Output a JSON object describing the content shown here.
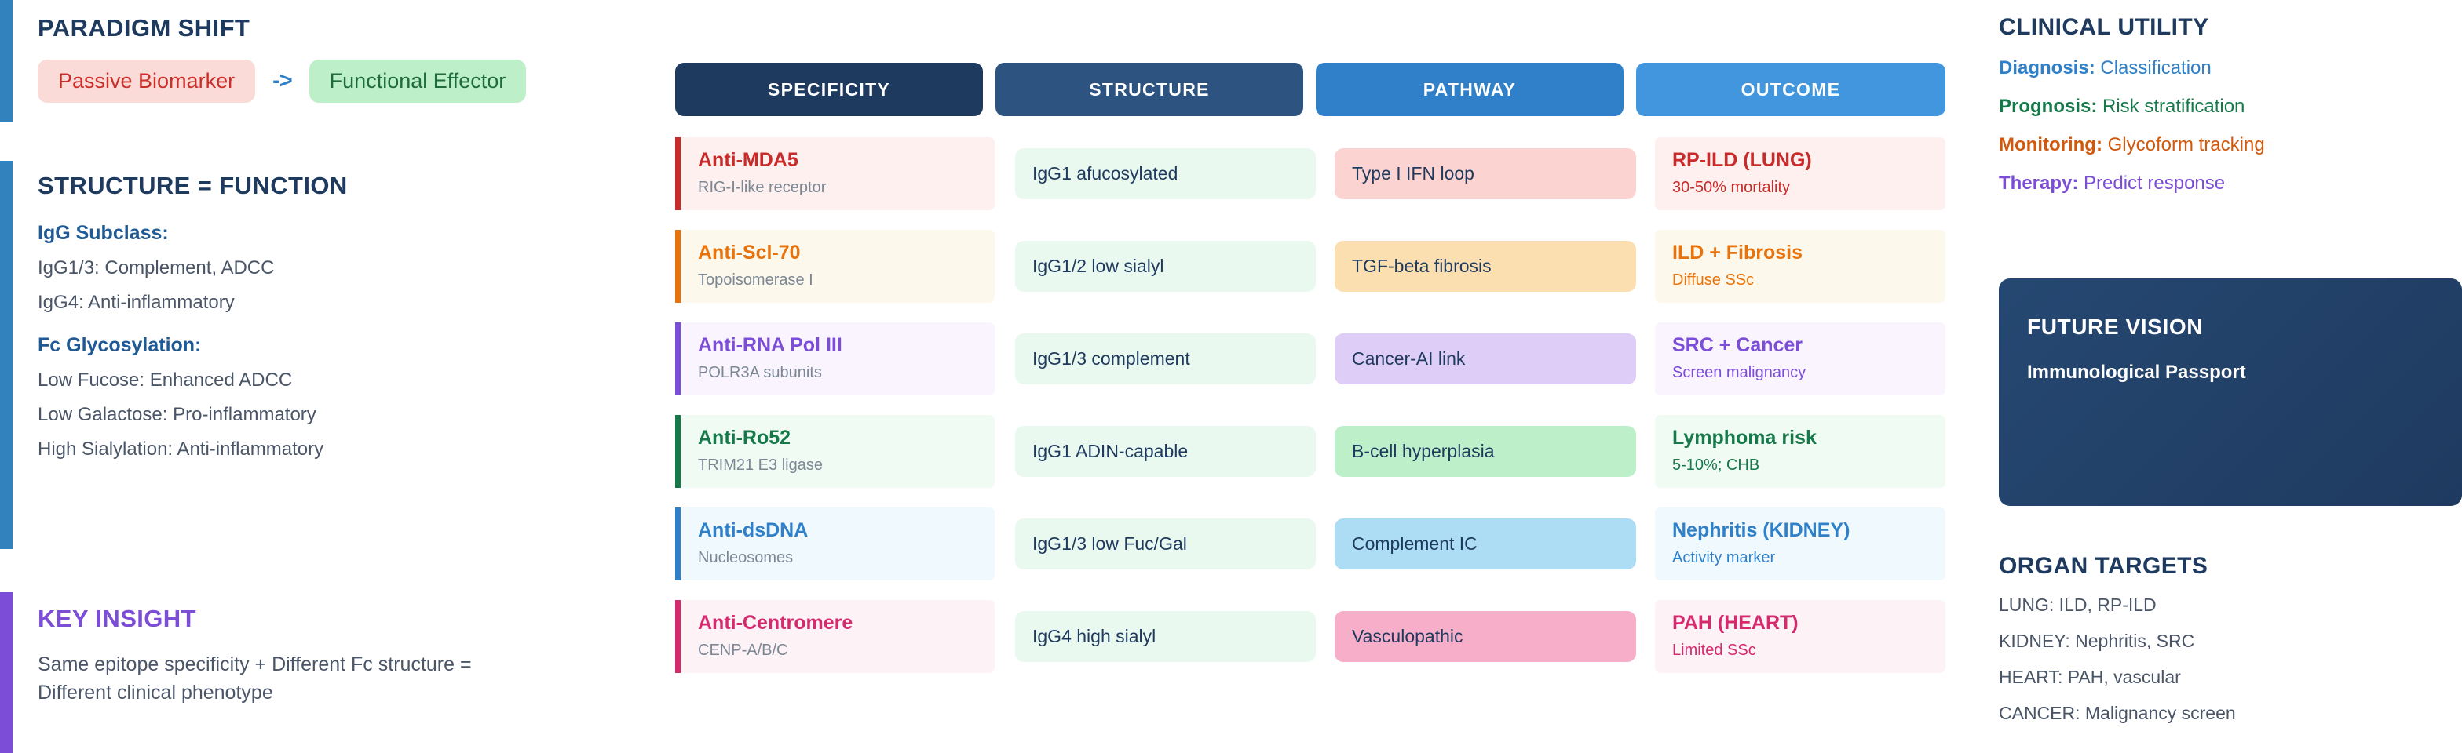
{
  "left": {
    "paradigm": {
      "title": "PARADIGM SHIFT",
      "bar_color": "#3182bd",
      "from_label": "Passive Biomarker",
      "arrow": "->",
      "to_label": "Functional Effector"
    },
    "structure": {
      "title": "STRUCTURE = FUNCTION",
      "bar_color": "#3182bd",
      "groups": [
        {
          "heading": "IgG Subclass:",
          "lines": [
            "IgG1/3: Complement, ADCC",
            "IgG4: Anti-inflammatory"
          ]
        },
        {
          "heading": "Fc Glycosylation:",
          "lines": [
            "Low Fucose: Enhanced ADCC",
            "Low Galactose: Pro-inflammatory",
            "High Sialylation: Anti-inflammatory"
          ]
        }
      ]
    },
    "key_insight": {
      "title": "KEY INSIGHT",
      "bar_color": "#7c4dd6",
      "line1": "Same epitope specificity + Different Fc structure =",
      "line2": "Different clinical phenotype"
    }
  },
  "table": {
    "headers": [
      {
        "label": "SPECIFICITY",
        "color": "#1f3a5f"
      },
      {
        "label": "STRUCTURE",
        "color": "#2d5380"
      },
      {
        "label": "PATHWAY",
        "color": "#2f80c8"
      },
      {
        "label": "OUTCOME",
        "color": "#4196dd"
      }
    ],
    "rows": [
      {
        "accent": "#c92a2a",
        "spec_bg": "#fdf0ef",
        "spec_main": "Anti-MDA5",
        "spec_sub": "RIG-I-like receptor",
        "structure": "IgG1 afucosylated",
        "pathway": "Type I IFN loop",
        "pathway_bg": "#fbd3d0",
        "pathway_color": "#1f3a5f",
        "out_bg": "#fdf0ef",
        "out_main": "RP-ILD (LUNG)",
        "out_sub": "30-50% mortality"
      },
      {
        "accent": "#e8730c",
        "spec_bg": "#fdf8ec",
        "spec_main": "Anti-Scl-70",
        "spec_sub": "Topoisomerase I",
        "structure": "IgG1/2 low sialyl",
        "pathway": "TGF-beta fibrosis",
        "pathway_bg": "#fbdfb0",
        "pathway_color": "#1f3a5f",
        "out_bg": "#fdf8ec",
        "out_main": "ILD + Fibrosis",
        "out_sub": "Diffuse SSc"
      },
      {
        "accent": "#7c4dd6",
        "spec_bg": "#f9f4fe",
        "spec_main": "Anti-RNA Pol III",
        "spec_sub": "POLR3A subunits",
        "structure": "IgG1/3 complement",
        "pathway": "Cancer-AI link",
        "pathway_bg": "#ddcdf7",
        "pathway_color": "#1f3a5f",
        "out_bg": "#f9f4fe",
        "out_main": "SRC + Cancer",
        "out_sub": "Screen malignancy"
      },
      {
        "accent": "#16794a",
        "spec_bg": "#f0fbf3",
        "spec_main": "Anti-Ro52",
        "spec_sub": "TRIM21 E3 ligase",
        "structure": "IgG1 ADIN-capable",
        "pathway": "B-cell hyperplasia",
        "pathway_bg": "#bdf0c8",
        "pathway_color": "#1f3a5f",
        "out_bg": "#f0fbf3",
        "out_main": "Lymphoma risk",
        "out_sub": "5-10%; CHB"
      },
      {
        "accent": "#2f80c8",
        "spec_bg": "#eff9fe",
        "spec_main": "Anti-dsDNA",
        "spec_sub": "Nucleosomes",
        "structure": "IgG1/3 low Fuc/Gal",
        "pathway": "Complement IC",
        "pathway_bg": "#addcf5",
        "pathway_color": "#1f3a5f",
        "out_bg": "#eff9fe",
        "out_main": "Nephritis (KIDNEY)",
        "out_sub": "Activity marker"
      },
      {
        "accent": "#d62a6e",
        "spec_bg": "#fdf2f6",
        "spec_main": "Anti-Centromere",
        "spec_sub": "CENP-A/B/C",
        "structure": "IgG4 high sialyl",
        "pathway": "Vasculopathic",
        "pathway_bg": "#f7aec9",
        "pathway_color": "#1f3a5f",
        "out_bg": "#fdf2f6",
        "out_main": "PAH (HEART)",
        "out_sub": "Limited SSc"
      }
    ]
  },
  "right": {
    "clinical_utility": {
      "title": "CLINICAL UTILITY",
      "items": [
        {
          "label": "Diagnosis:",
          "value": "Classification",
          "color": "#2f80c8"
        },
        {
          "label": "Prognosis:",
          "value": "Risk stratification",
          "color": "#16794a"
        },
        {
          "label": "Monitoring:",
          "value": "Glycoform tracking",
          "color": "#d1590d"
        },
        {
          "label": "Therapy:",
          "value": "Predict response",
          "color": "#7c4dd6"
        }
      ]
    },
    "future_vision": {
      "title": "FUTURE VISION",
      "subtitle": "Immunological Passport"
    },
    "organ_targets": {
      "title": "ORGAN TARGETS",
      "lines": [
        "LUNG: ILD, RP-ILD",
        "KIDNEY: Nephritis, SRC",
        "HEART: PAH, vascular",
        "CANCER: Malignancy screen"
      ]
    }
  }
}
